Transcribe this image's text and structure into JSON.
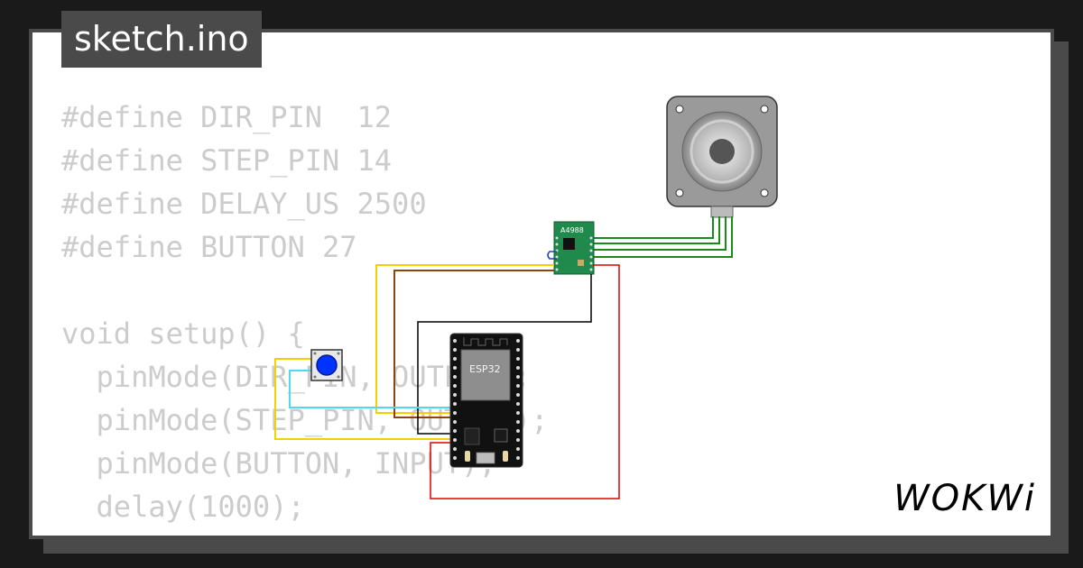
{
  "title": "sketch.ino",
  "code_lines": [
    "#define DIR_PIN  12",
    "#define STEP_PIN 14",
    "#define DELAY_US 2500",
    "#define BUTTON 27",
    "",
    "void setup() {",
    "  pinMode(DIR_PIN, OUTPUT);",
    "  pinMode(STEP_PIN, OUTPUT);",
    "  pinMode(BUTTON, INPUT);",
    "  delay(1000);",
    "}"
  ],
  "components": {
    "driver_label": "A4988",
    "mcu_label": "ESP32"
  },
  "logo": "WOKWi",
  "colors": {
    "background": "#1a1a1a",
    "card": "#ffffff",
    "frame": "#4a4a4a",
    "code_text": "#cccccc",
    "wire_yellow": "#f5d000",
    "wire_brown": "#8b4513",
    "wire_black": "#000000",
    "wire_red": "#e00000",
    "wire_green": "#1a8a1a",
    "wire_cyan": "#4fd8f0",
    "button_cap": "#0033ff"
  }
}
